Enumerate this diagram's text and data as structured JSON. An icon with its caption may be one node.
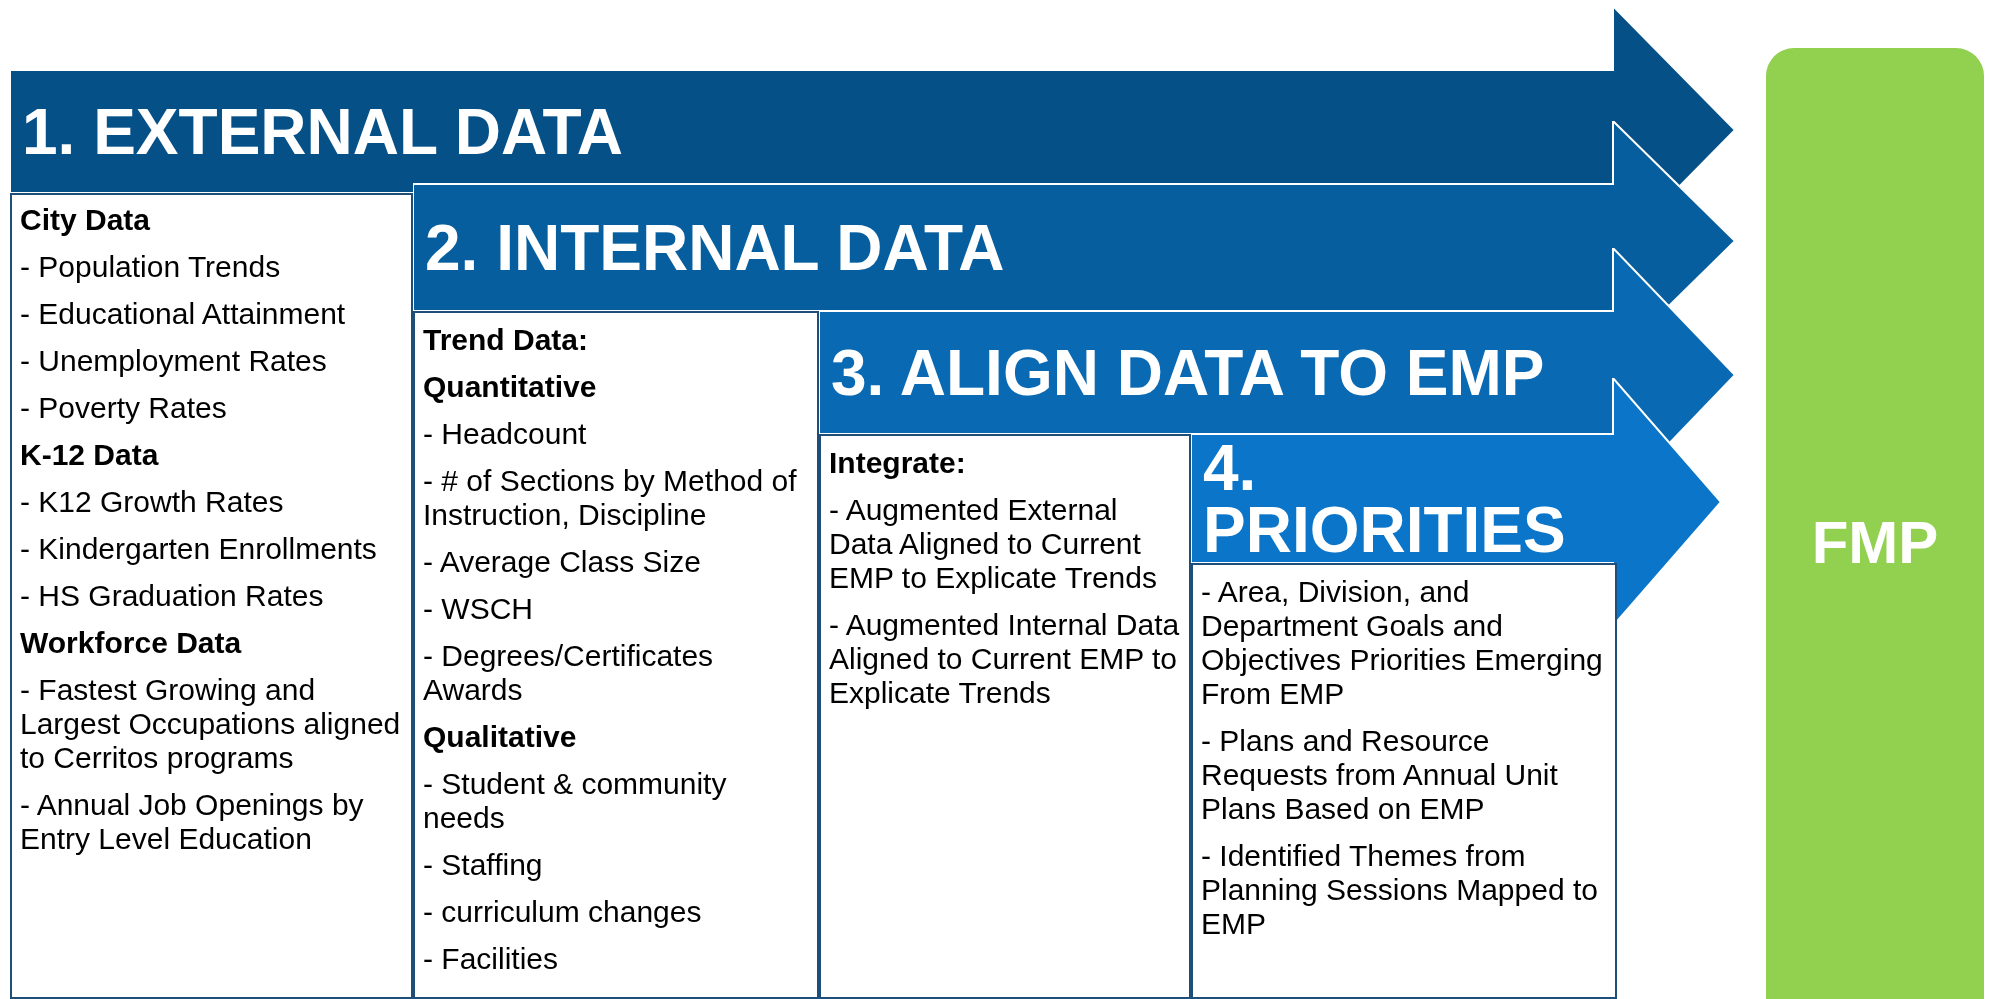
{
  "diagram": {
    "nodes": [
      {
        "text": [
          "1. EXTERNAL DATA"
        ]
      },
      {
        "text": [
          "City Data",
          "- Population Trends",
          "- Educational Attainment",
          "- Unemployment Rates",
          "- Poverty Rates",
          "K-12 Data",
          "- K12 Growth Rates",
          "- Kindergarten Enrollments",
          "- HS Graduation Rates",
          "Workforce Data",
          "- Fastest Growing and Largest Occupations aligned to Cerritos programs",
          "- Annual Job Openings by Entry Level Education"
        ]
      },
      {
        "text": [
          "2. INTERNAL DATA"
        ]
      },
      {
        "text": [
          "Trend Data:",
          "Quantitative",
          "- Headcount",
          "- # of Sections by Method of Instruction, Discipline",
          "- Average Class Size",
          "- WSCH",
          "- Degrees/Certificates Awards",
          "Qualitative",
          "- Student & community needs",
          "- Staffing",
          "- curriculum changes",
          "- Facilities"
        ]
      },
      {
        "text": [
          "3. ALIGN DATA TO EMP"
        ]
      },
      {
        "text": [
          "Integrate:",
          "- Augmented External Data Aligned to Current EMP to Explicate Trends",
          "- Augmented Internal Data Aligned to Current EMP to Explicate Trends"
        ]
      },
      {
        "text": [
          "4. PRIORITIES"
        ]
      },
      {
        "text": [
          "- Area, Division, and Department Goals and Objectives Priorities Emerging From EMP",
          "- Plans and Resource Requests from Annual Unit Plans Based on EMP",
          "- Identified Themes from Planning Sessions Mapped to EMP"
        ]
      },
      {
        "text": [
          "FMP"
        ]
      }
    ]
  }
}
